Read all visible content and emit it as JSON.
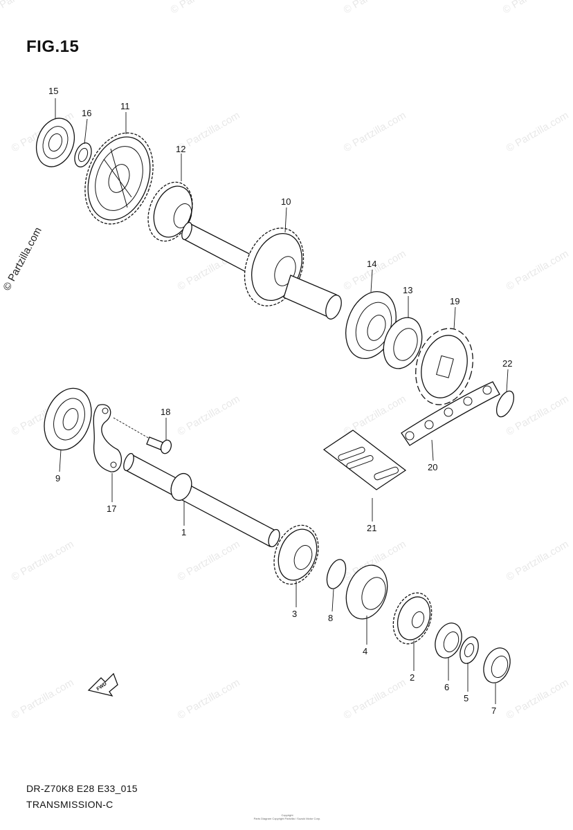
{
  "figure": {
    "title": "FIG.15",
    "code": "DR-Z70K8 E28 E33_015",
    "name": "TRANSMISSION-C",
    "watermark": "© Partzilla.com",
    "side_watermark": "© Partzilla.com",
    "copyright_line1": "Copyright",
    "copyright_line2": "Parts Diagram Copyright Partzilla / Suzuki Motor Corp.",
    "fwd_label": "FWD"
  },
  "callouts": [
    "1",
    "2",
    "3",
    "4",
    "5",
    "6",
    "7",
    "8",
    "9",
    "10",
    "11",
    "12",
    "13",
    "14",
    "15",
    "16",
    "17",
    "18",
    "19",
    "20",
    "21",
    "22"
  ]
}
